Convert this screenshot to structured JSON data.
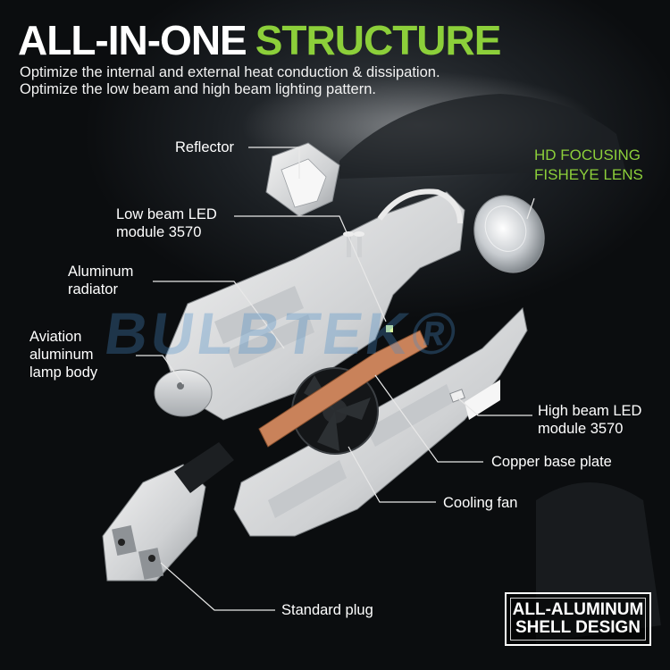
{
  "title": {
    "part1": "ALL-IN-ONE",
    "part2": "STRUCTURE"
  },
  "subtitle": {
    "line1": "Optimize the internal and external heat conduction & dissipation.",
    "line2": "Optimize the low beam and high beam lighting pattern."
  },
  "callouts": {
    "reflector": "Reflector",
    "lens_line1": "HD FOCUSING",
    "lens_line2": "FISHEYE LENS",
    "low_beam_line1": "Low beam LED",
    "low_beam_line2": "module 3570",
    "radiator_line1": "Aluminum",
    "radiator_line2": "radiator",
    "body_line1": "Aviation",
    "body_line2": "aluminum",
    "body_line3": "lamp body",
    "high_beam_line1": "High beam LED",
    "high_beam_line2": "module 3570",
    "copper": "Copper base plate",
    "fan": "Cooling fan",
    "plug": "Standard plug"
  },
  "watermark": "BULBTEK®",
  "badge": {
    "line1": "ALL-ALUMINUM",
    "line2": "SHELL DESIGN"
  },
  "colors": {
    "accent_green": "#8ccf3a",
    "background": "#0b0d0f",
    "copper": "#c9825a",
    "metal": "#d9dadc"
  }
}
